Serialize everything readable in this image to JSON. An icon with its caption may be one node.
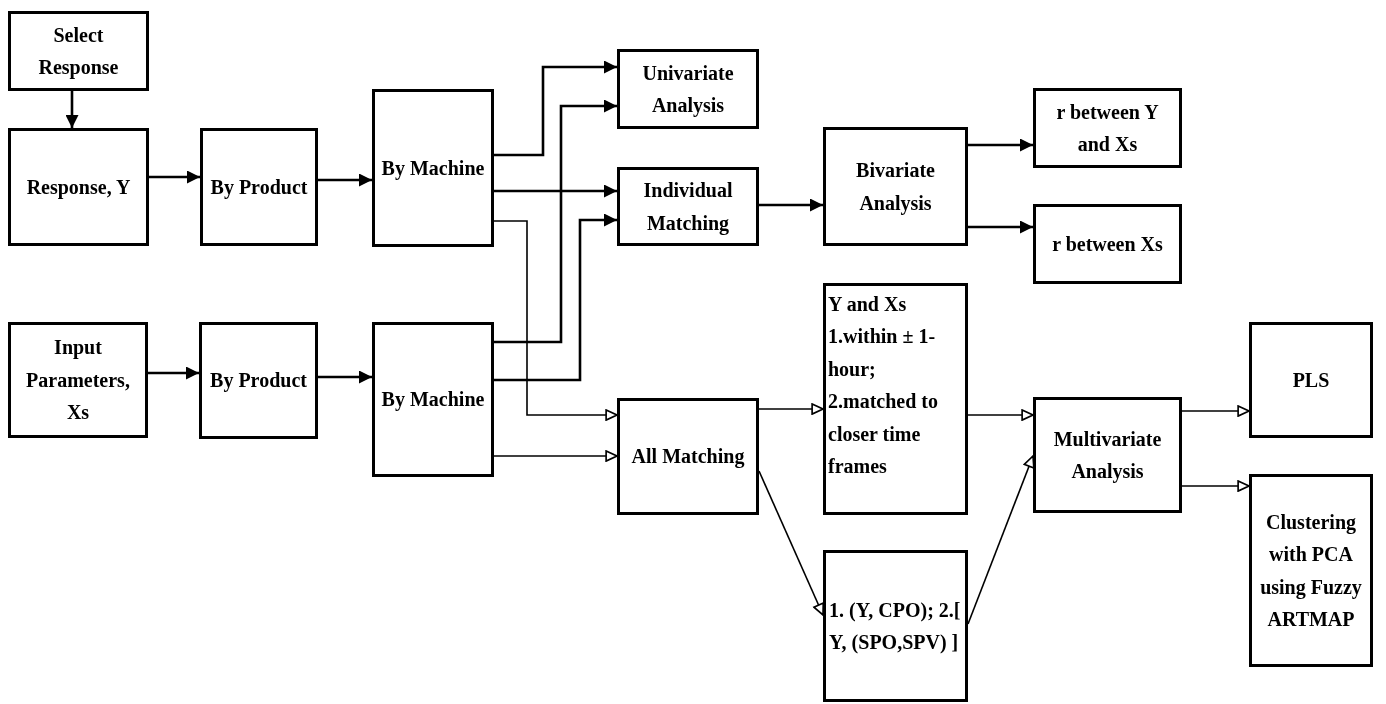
{
  "diagram": {
    "nodes": [
      {
        "text": [
          "Select Response"
        ]
      },
      {
        "text": [
          "Response, Y"
        ]
      },
      {
        "text": [
          "By Product"
        ]
      },
      {
        "text": [
          "By Machine"
        ]
      },
      {
        "text": [
          "Univariate Analysis"
        ]
      },
      {
        "text": [
          "Individual Matching"
        ]
      },
      {
        "text": [
          "Bivariate Analysis"
        ]
      },
      {
        "text": [
          "r between Y and Xs"
        ]
      },
      {
        "text": [
          "r between Xs"
        ]
      },
      {
        "text": [
          "Input Parameters, Xs"
        ]
      },
      {
        "text": [
          "By Product"
        ]
      },
      {
        "text": [
          "By Machine"
        ]
      },
      {
        "text": [
          "All Matching"
        ]
      },
      {
        "text": [
          "Y and Xs 1.within ± 1-hour; 2.matched to closer time frames"
        ]
      },
      {
        "text": [
          "1. (Y, CPO); 2.[ Y, (SPO,SPV) ]"
        ]
      },
      {
        "text": [
          "Multivariate Analysis"
        ]
      },
      {
        "text": [
          "PLS"
        ]
      },
      {
        "text": [
          "Clustering with PCA using Fuzzy ARTMAP"
        ]
      }
    ],
    "edges": [
      {
        "from": 0,
        "to": 1,
        "arrow": "to"
      },
      {
        "from": 1,
        "to": 2,
        "arrow": "to"
      },
      {
        "from": 2,
        "to": 3,
        "arrow": "to"
      },
      {
        "from": 3,
        "to": 4,
        "arrow": "to"
      },
      {
        "from": 3,
        "to": 5,
        "arrow": "to"
      },
      {
        "from": 3,
        "to": 12,
        "arrow": "to"
      },
      {
        "from": 9,
        "to": 10,
        "arrow": "to"
      },
      {
        "from": 10,
        "to": 11,
        "arrow": "to"
      },
      {
        "from": 11,
        "to": 4,
        "arrow": "to"
      },
      {
        "from": 11,
        "to": 5,
        "arrow": "to"
      },
      {
        "from": 11,
        "to": 12,
        "arrow": "to"
      },
      {
        "from": 5,
        "to": 6,
        "arrow": "to"
      },
      {
        "from": 6,
        "to": 7,
        "arrow": "to"
      },
      {
        "from": 6,
        "to": 8,
        "arrow": "to"
      },
      {
        "from": 12,
        "to": 13,
        "arrow": "to"
      },
      {
        "from": 12,
        "to": 14,
        "arrow": "to"
      },
      {
        "from": 13,
        "to": 15,
        "arrow": "to"
      },
      {
        "from": 14,
        "to": 15,
        "arrow": "to"
      },
      {
        "from": 15,
        "to": 16,
        "arrow": "to"
      },
      {
        "from": 15,
        "to": 17,
        "arrow": "to"
      }
    ]
  }
}
